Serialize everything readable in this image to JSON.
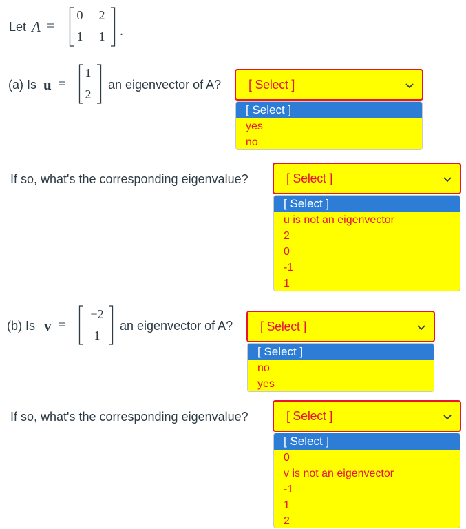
{
  "matrix_a": {
    "prefix": "Let",
    "symbol": "A",
    "equals": "=",
    "entries": [
      "0",
      "2",
      "1",
      "1"
    ],
    "trailing": "."
  },
  "part_a": {
    "label": "(a)  Is",
    "vector_symbol": "u",
    "equals": "=",
    "vector": [
      "1",
      "2"
    ],
    "question": "an eigenvector of A?",
    "select_value": "[ Select ]",
    "options": [
      "[ Select ]",
      "yes",
      "no"
    ],
    "eigen_question": "If so, what's the corresponding eigenvalue?",
    "eigen_select_value": "[ Select ]",
    "eigen_options": [
      "[ Select ]",
      "u is not an eigenvector",
      "2",
      "0",
      "-1",
      "1"
    ]
  },
  "part_b": {
    "label": "(b)  Is",
    "vector_symbol": "v",
    "equals": "=",
    "vector": [
      "−2",
      "1"
    ],
    "question": "an eigenvector of A?",
    "select_value": "[ Select ]",
    "options": [
      "[ Select ]",
      "no",
      "yes"
    ],
    "eigen_question": "If so, what's the corresponding eigenvalue?",
    "eigen_select_value": "[ Select ]",
    "eigen_options": [
      "[ Select ]",
      "0",
      "v is not an eigenvector",
      "-1",
      "1",
      "2"
    ]
  },
  "colors": {
    "highlight_yellow": "#ffff00",
    "error_red": "#e8152f",
    "selected_blue": "#2d7cd6"
  },
  "icons": {
    "dropdown": "chevron-down-icon"
  }
}
